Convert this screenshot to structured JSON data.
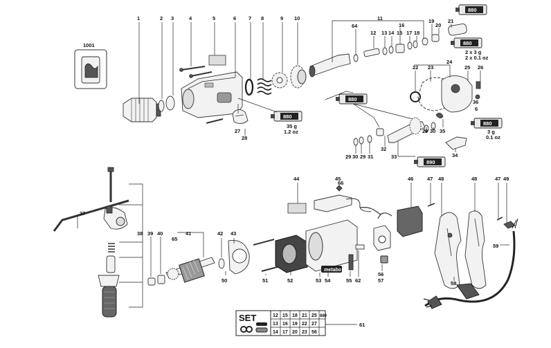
{
  "callouts": {
    "1": "1",
    "2": "2",
    "3": "3",
    "4": "4",
    "5": "5",
    "6": "6",
    "7": "7",
    "8": "8",
    "9": "9",
    "10": "10",
    "11": "11",
    "12": "12",
    "13": "13",
    "14": "14",
    "15": "15",
    "16": "16",
    "17": "17",
    "18": "18",
    "19": "19",
    "20": "20",
    "21": "21",
    "22": "22",
    "23": "23",
    "24": "24",
    "25": "25",
    "26": "26",
    "27": "27",
    "28": "28",
    "29a": "29",
    "30a": "30",
    "29b": "29",
    "31": "31",
    "32": "32",
    "33": "33",
    "29c": "29",
    "30b": "30",
    "35": "35",
    "34": "34",
    "36": "36",
    "6b": "6",
    "37": "37",
    "38": "38",
    "39": "39",
    "40": "40",
    "41": "41",
    "42": "42",
    "43": "43",
    "44": "44",
    "45": "45",
    "66": "66",
    "46": "46",
    "47a": "47",
    "48a": "48",
    "48b": "48",
    "47b": "47",
    "49": "49",
    "65": "65",
    "50": "50",
    "51": "51",
    "52": "52",
    "53": "53",
    "54": "54",
    "55": "55",
    "62": "62",
    "56": "56",
    "57": "57",
    "58": "58",
    "59": "59",
    "61": "61",
    "64": "64",
    "1001": "1001"
  },
  "grease_tubes": {
    "t1": "880",
    "t2": "880",
    "t3": "880",
    "t4": "880",
    "t5": "880",
    "t6": "880",
    "t7": "890"
  },
  "amounts": {
    "a1_line1": "2 x 3 g",
    "a1_line2": "2 x 0.1 oz",
    "a2_line1": "35 g",
    "a2_line2": "1.2 oz",
    "a3_line1": "3 g",
    "a3_line2": "0.1 oz"
  },
  "brand_plate": "metabo",
  "set_table": {
    "label": "SET",
    "rows": [
      [
        "12",
        "15",
        "18",
        "21",
        "25",
        "880"
      ],
      [
        "13",
        "16",
        "19",
        "22",
        "27",
        ""
      ],
      [
        "14",
        "17",
        "20",
        "23",
        "56",
        ""
      ]
    ]
  }
}
